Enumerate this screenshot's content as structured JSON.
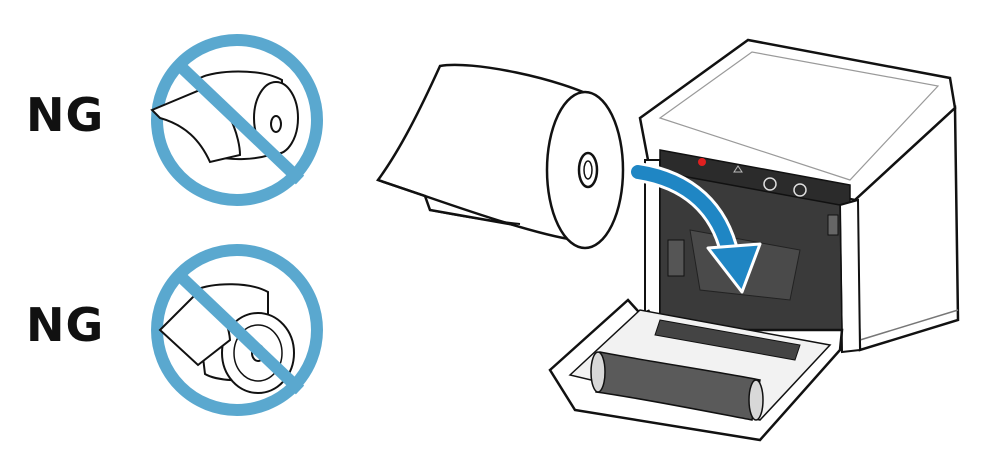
{
  "labels": {
    "ng_top": "NG",
    "ng_bottom": "NG"
  },
  "colors": {
    "prohibition": "#5aa8cf",
    "line": "#111111",
    "printer_body": "#ffffff",
    "printer_interior": "#3a3a3a",
    "printer_panel": "#2b2b2b",
    "arrow": "#1f86c4",
    "led": "#e02020"
  },
  "icons": {
    "prohibition": "no-entry-circle",
    "insert_arrow": "curved-arrow-down"
  }
}
